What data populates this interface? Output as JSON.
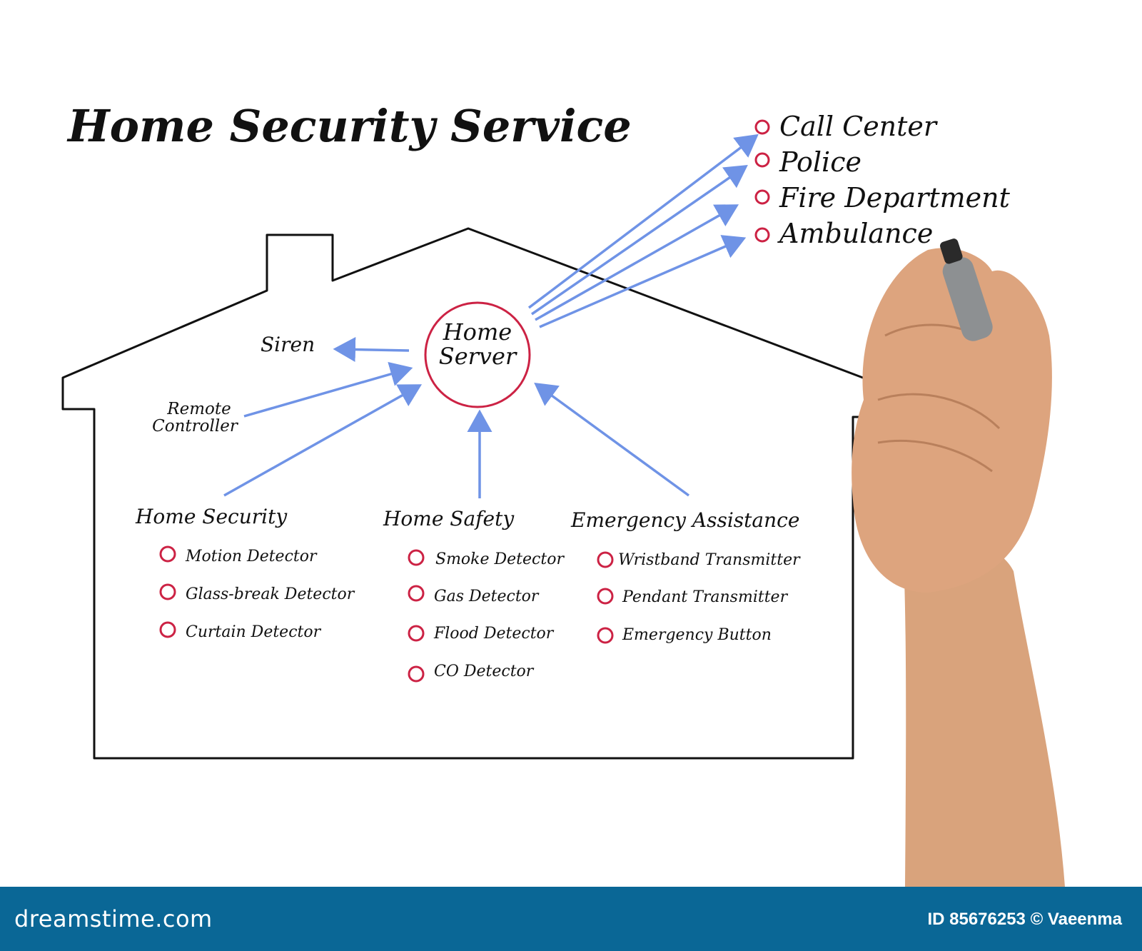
{
  "title": "Home Security Service",
  "server_label": [
    "Home",
    "Server"
  ],
  "outputs": [
    "Call Center",
    "Police",
    "Fire Department",
    "Ambulance"
  ],
  "siren": "Siren",
  "remote": [
    "Remote",
    "Controller"
  ],
  "groups": [
    {
      "title": "Home Security",
      "items": [
        "Motion Detector",
        "Glass-break Detector",
        "Curtain Detector"
      ]
    },
    {
      "title": "Home Safety",
      "items": [
        "Smoke Detector",
        "Gas Detector",
        "Flood Detector",
        "CO Detector"
      ]
    },
    {
      "title": "Emergency Assistance",
      "items": [
        "Wristband Transmitter",
        "Pendant Transmitter",
        "Emergency Button"
      ]
    }
  ],
  "footer": {
    "brand": "dreamstime.com",
    "credit": "ID 85676253 © Vaeenma"
  },
  "colors": {
    "arrow": "#6f93e6",
    "bullet": "#cc2244",
    "circle": "#cc2244",
    "footer": "#0a6796"
  }
}
